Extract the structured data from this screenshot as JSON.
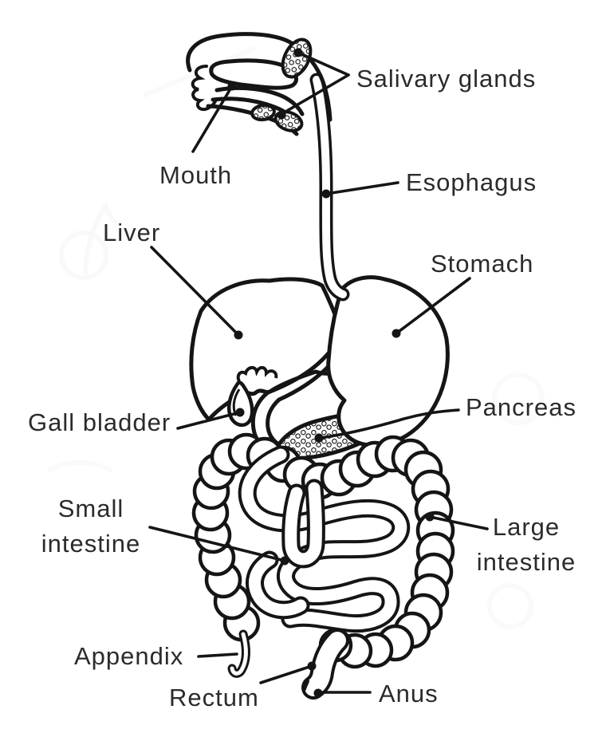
{
  "diagram": {
    "background": "#ffffff",
    "ink_color": "#151515",
    "text_color": "#2b2b2b",
    "labels": {
      "salivary_glands": "Salivary glands",
      "mouth": "Mouth",
      "esophagus": "Esophagus",
      "liver": "Liver",
      "stomach": "Stomach",
      "gall_bladder": "Gall bladder",
      "pancreas": "Pancreas",
      "small_intestine_line1": "Small",
      "small_intestine_line2": "intestine",
      "large_intestine_line1": "Large",
      "large_intestine_line2": "intestine",
      "appendix": "Appendix",
      "rectum": "Rectum",
      "anus": "Anus"
    }
  }
}
